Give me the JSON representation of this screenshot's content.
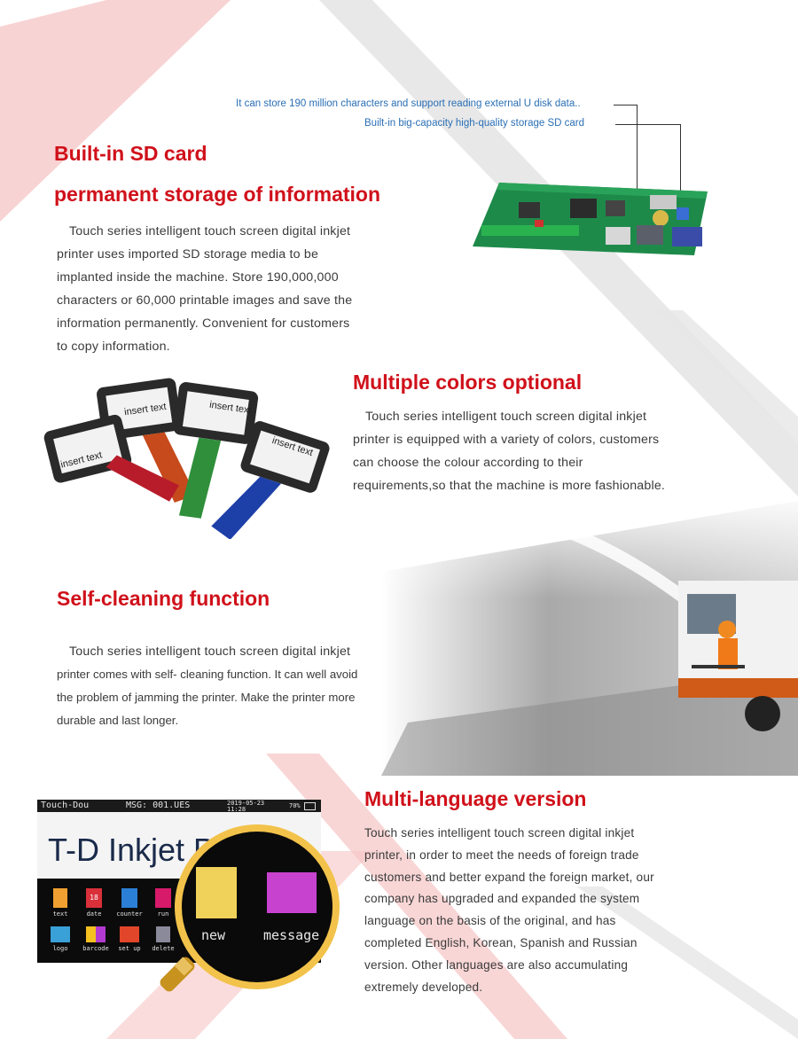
{
  "colors": {
    "heading_red": "#d0101a",
    "note_blue": "#2a6fb5",
    "stripe_pink": "#f3b3b3",
    "stripe_gray": "#dcdcdc",
    "pcb_green": "#1e8a4a",
    "lens_gold": "#d9a62a"
  },
  "storage": {
    "note1": "It can store 190 million characters and support reading external U disk data..",
    "note2": "Built-in big-capacity high-quality storage SD card",
    "title1": "Built-in SD card",
    "title2": "permanent storage of information",
    "lines": [
      "Touch series intelligent touch screen digital inkjet",
      "printer uses imported SD storage media to be",
      "implanted inside the machine. Store 190,000,000",
      "characters or 60,000 printable images and save the",
      "information permanently. Convenient for customers",
      "to copy information."
    ]
  },
  "colors_section": {
    "title": "Multiple colors optional",
    "lines": [
      "Touch series intelligent touch screen digital inkjet",
      "printer is equipped with a variety of colors, customers",
      "can choose the colour according to their",
      "requirements,so that the machine is more fashionable."
    ],
    "printer_screen_text": "insert text"
  },
  "cleaning": {
    "title": "Self-cleaning function",
    "lines": [
      "Touch series intelligent touch screen digital inkjet",
      "printer comes with self- cleaning function. It can well avoid",
      "the problem of jamming the printer. Make the printer more",
      "durable and last longer."
    ]
  },
  "language": {
    "title": "Multi-language version",
    "lines": [
      "Touch series intelligent touch screen digital inkjet",
      "printer, in order to meet the needs of foreign trade",
      "customers and better expand the foreign market, our",
      "company has upgraded and expanded the system",
      "language on the basis of the original, and has",
      "completed English, Korean, Spanish and Russian",
      "version. Other languages are also accumulating",
      "extremely developed."
    ],
    "screen": {
      "app": "Touch-Dou",
      "msg": "MSG: 001.UES",
      "date": "2019-05-23",
      "time": "11:28",
      "battery": "70%",
      "brand": "T-D Inkjet P",
      "icons": [
        "text",
        "date",
        "counter",
        "run",
        "logo",
        "barcode",
        "set up",
        "delete"
      ],
      "date_icon_num": "18",
      "zoom_new": "new",
      "zoom_message": "message"
    }
  }
}
